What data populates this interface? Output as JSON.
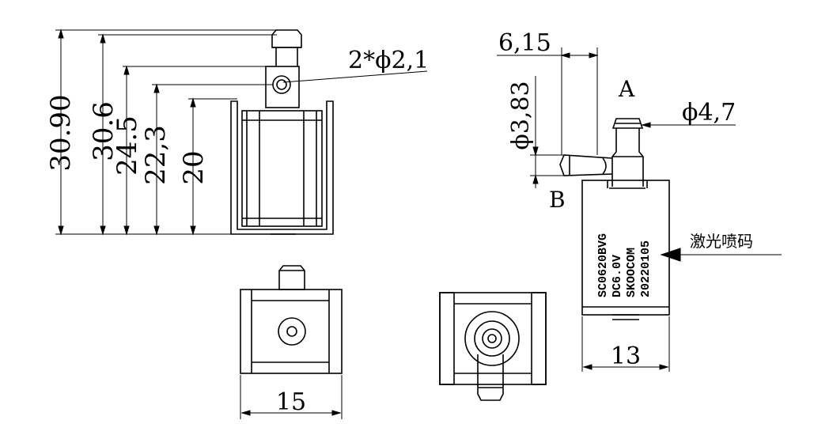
{
  "dimensions": {
    "overall_height": "30.90",
    "tip_height": "30.6",
    "port_height": "24.5",
    "hole_height": "22,3",
    "body_height": "20",
    "hole_dia": "2*ϕ2,1",
    "side_offset": "6,15",
    "side_dia": "ϕ3,83",
    "top_dia": "ϕ4,7",
    "front_width": "15",
    "side_width": "13"
  },
  "ports": {
    "a": "A",
    "b": "B"
  },
  "marking": {
    "lines": [
      "SC0620BVG",
      "DC6.0V",
      "SKOOCOM",
      "20220105"
    ],
    "callout": "激光喷码"
  }
}
